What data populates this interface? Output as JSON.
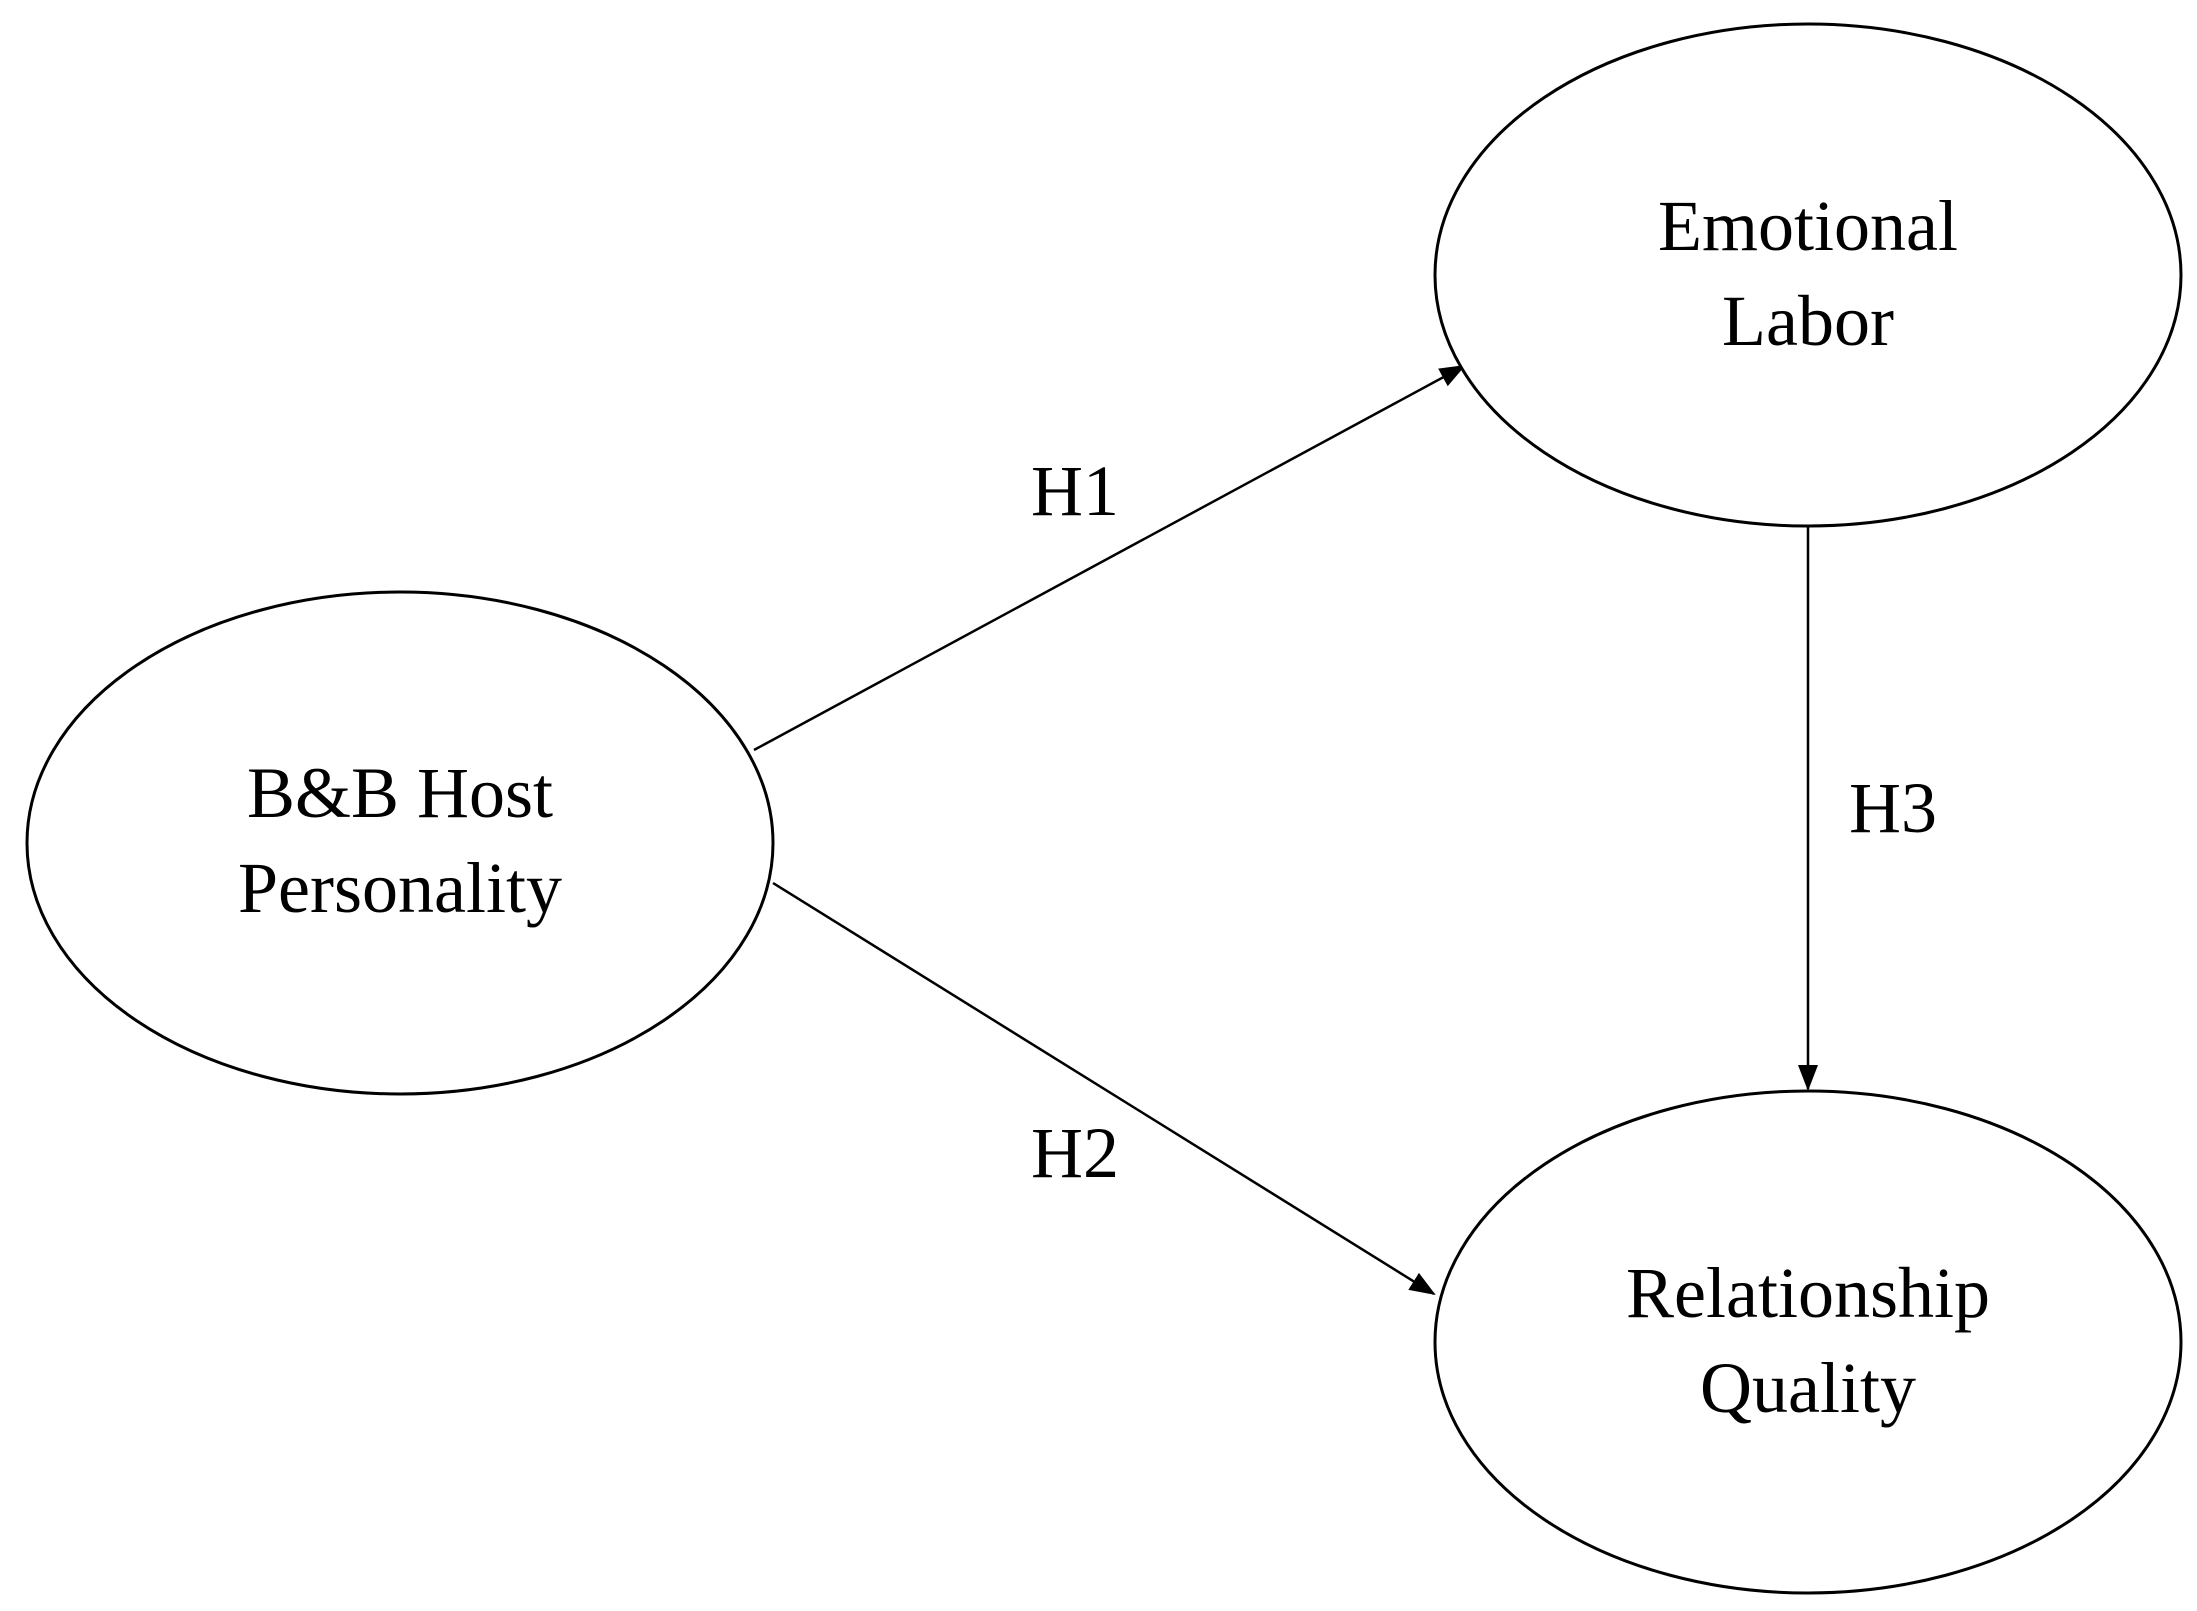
{
  "nodes": {
    "host_personality": {
      "line1": "B&B Host",
      "line2": "Personality"
    },
    "emotional_labor": {
      "line1": "Emotional",
      "line2": "Labor"
    },
    "relationship_quality": {
      "line1": "Relationship",
      "line2": "Quality"
    }
  },
  "edges": [
    {
      "label": "H1",
      "from": "B&B Host Personality",
      "to": "Emotional Labor"
    },
    {
      "label": "H2",
      "from": "B&B Host Personality",
      "to": "Relationship Quality"
    },
    {
      "label": "H3",
      "from": "Emotional Labor",
      "to": "Relationship Quality"
    }
  ],
  "colors": {
    "stroke": "#000000",
    "background": "#ffffff"
  }
}
